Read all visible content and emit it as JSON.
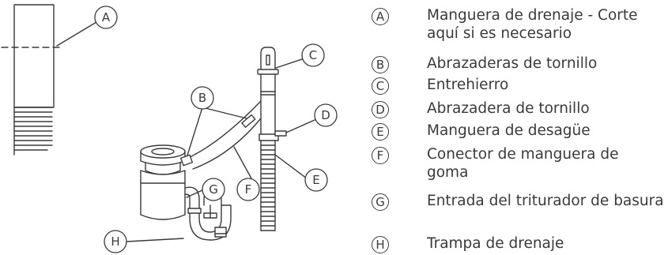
{
  "callouts": [
    "A",
    "B",
    "C",
    "D",
    "E",
    "F",
    "G",
    "H"
  ],
  "legend": [
    {
      "letter": "A",
      "text": "Manguera de drenaje - Corte aquí si es necesario"
    },
    {
      "letter": "B",
      "text": "Abrazaderas de tornillo"
    },
    {
      "letter": "C",
      "text": "Entrehierro"
    },
    {
      "letter": "D",
      "text": "Abrazadera de tornillo"
    },
    {
      "letter": "E",
      "text": "Manguera de desagüe"
    },
    {
      "letter": "F",
      "text": "Conector de manguera de goma"
    },
    {
      "letter": "G",
      "text": "Entrada del triturador de basura"
    },
    {
      "letter": "H",
      "text": "Trampa de drenaje"
    }
  ]
}
